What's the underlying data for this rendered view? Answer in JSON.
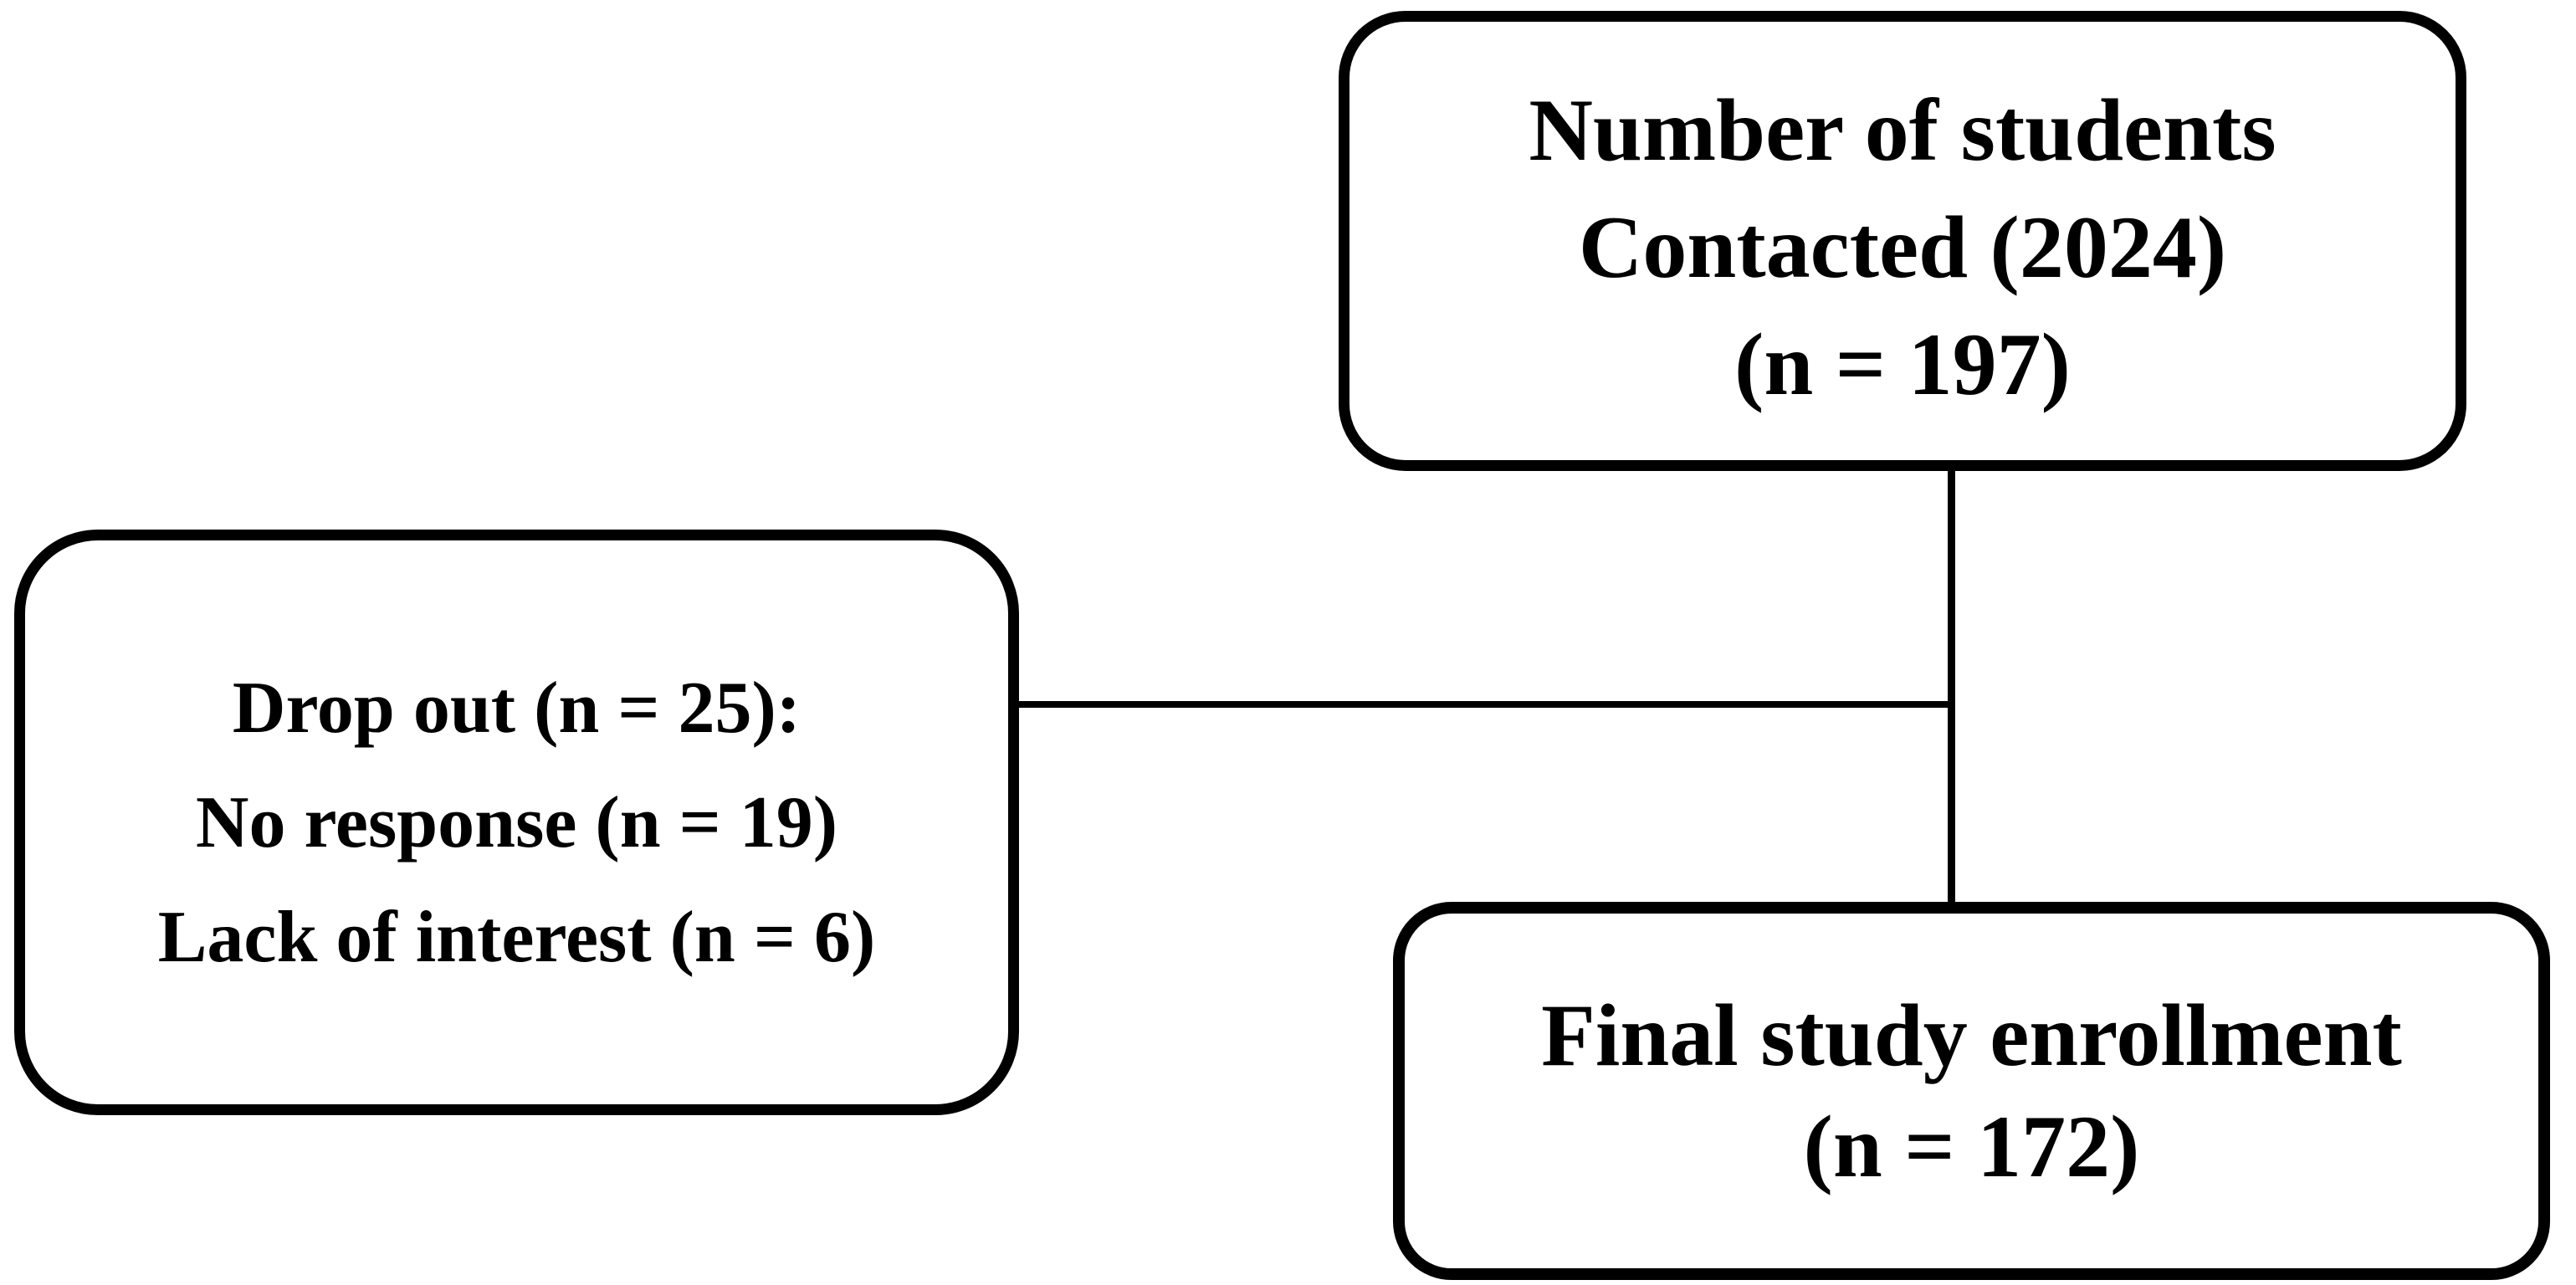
{
  "figure": {
    "type": "flowchart",
    "background_color": "#ffffff",
    "stroke_color": "#000000",
    "text_color": "#000000"
  },
  "boxes": {
    "contacted": {
      "lines": [
        "Number of students",
        "Contacted (2024)",
        "(n = 197)"
      ]
    },
    "dropout": {
      "lines": [
        "Drop out (n = 25):",
        "No response (n = 19)",
        "Lack of interest (n = 6)"
      ]
    },
    "final": {
      "lines": [
        "Final study enrollment",
        "(n = 172)"
      ]
    }
  },
  "edges": [
    {
      "from": "contacted",
      "to": "final",
      "style": "vertical-line"
    },
    {
      "from": "contacted-final-line",
      "to": "dropout",
      "style": "horizontal-line"
    }
  ]
}
